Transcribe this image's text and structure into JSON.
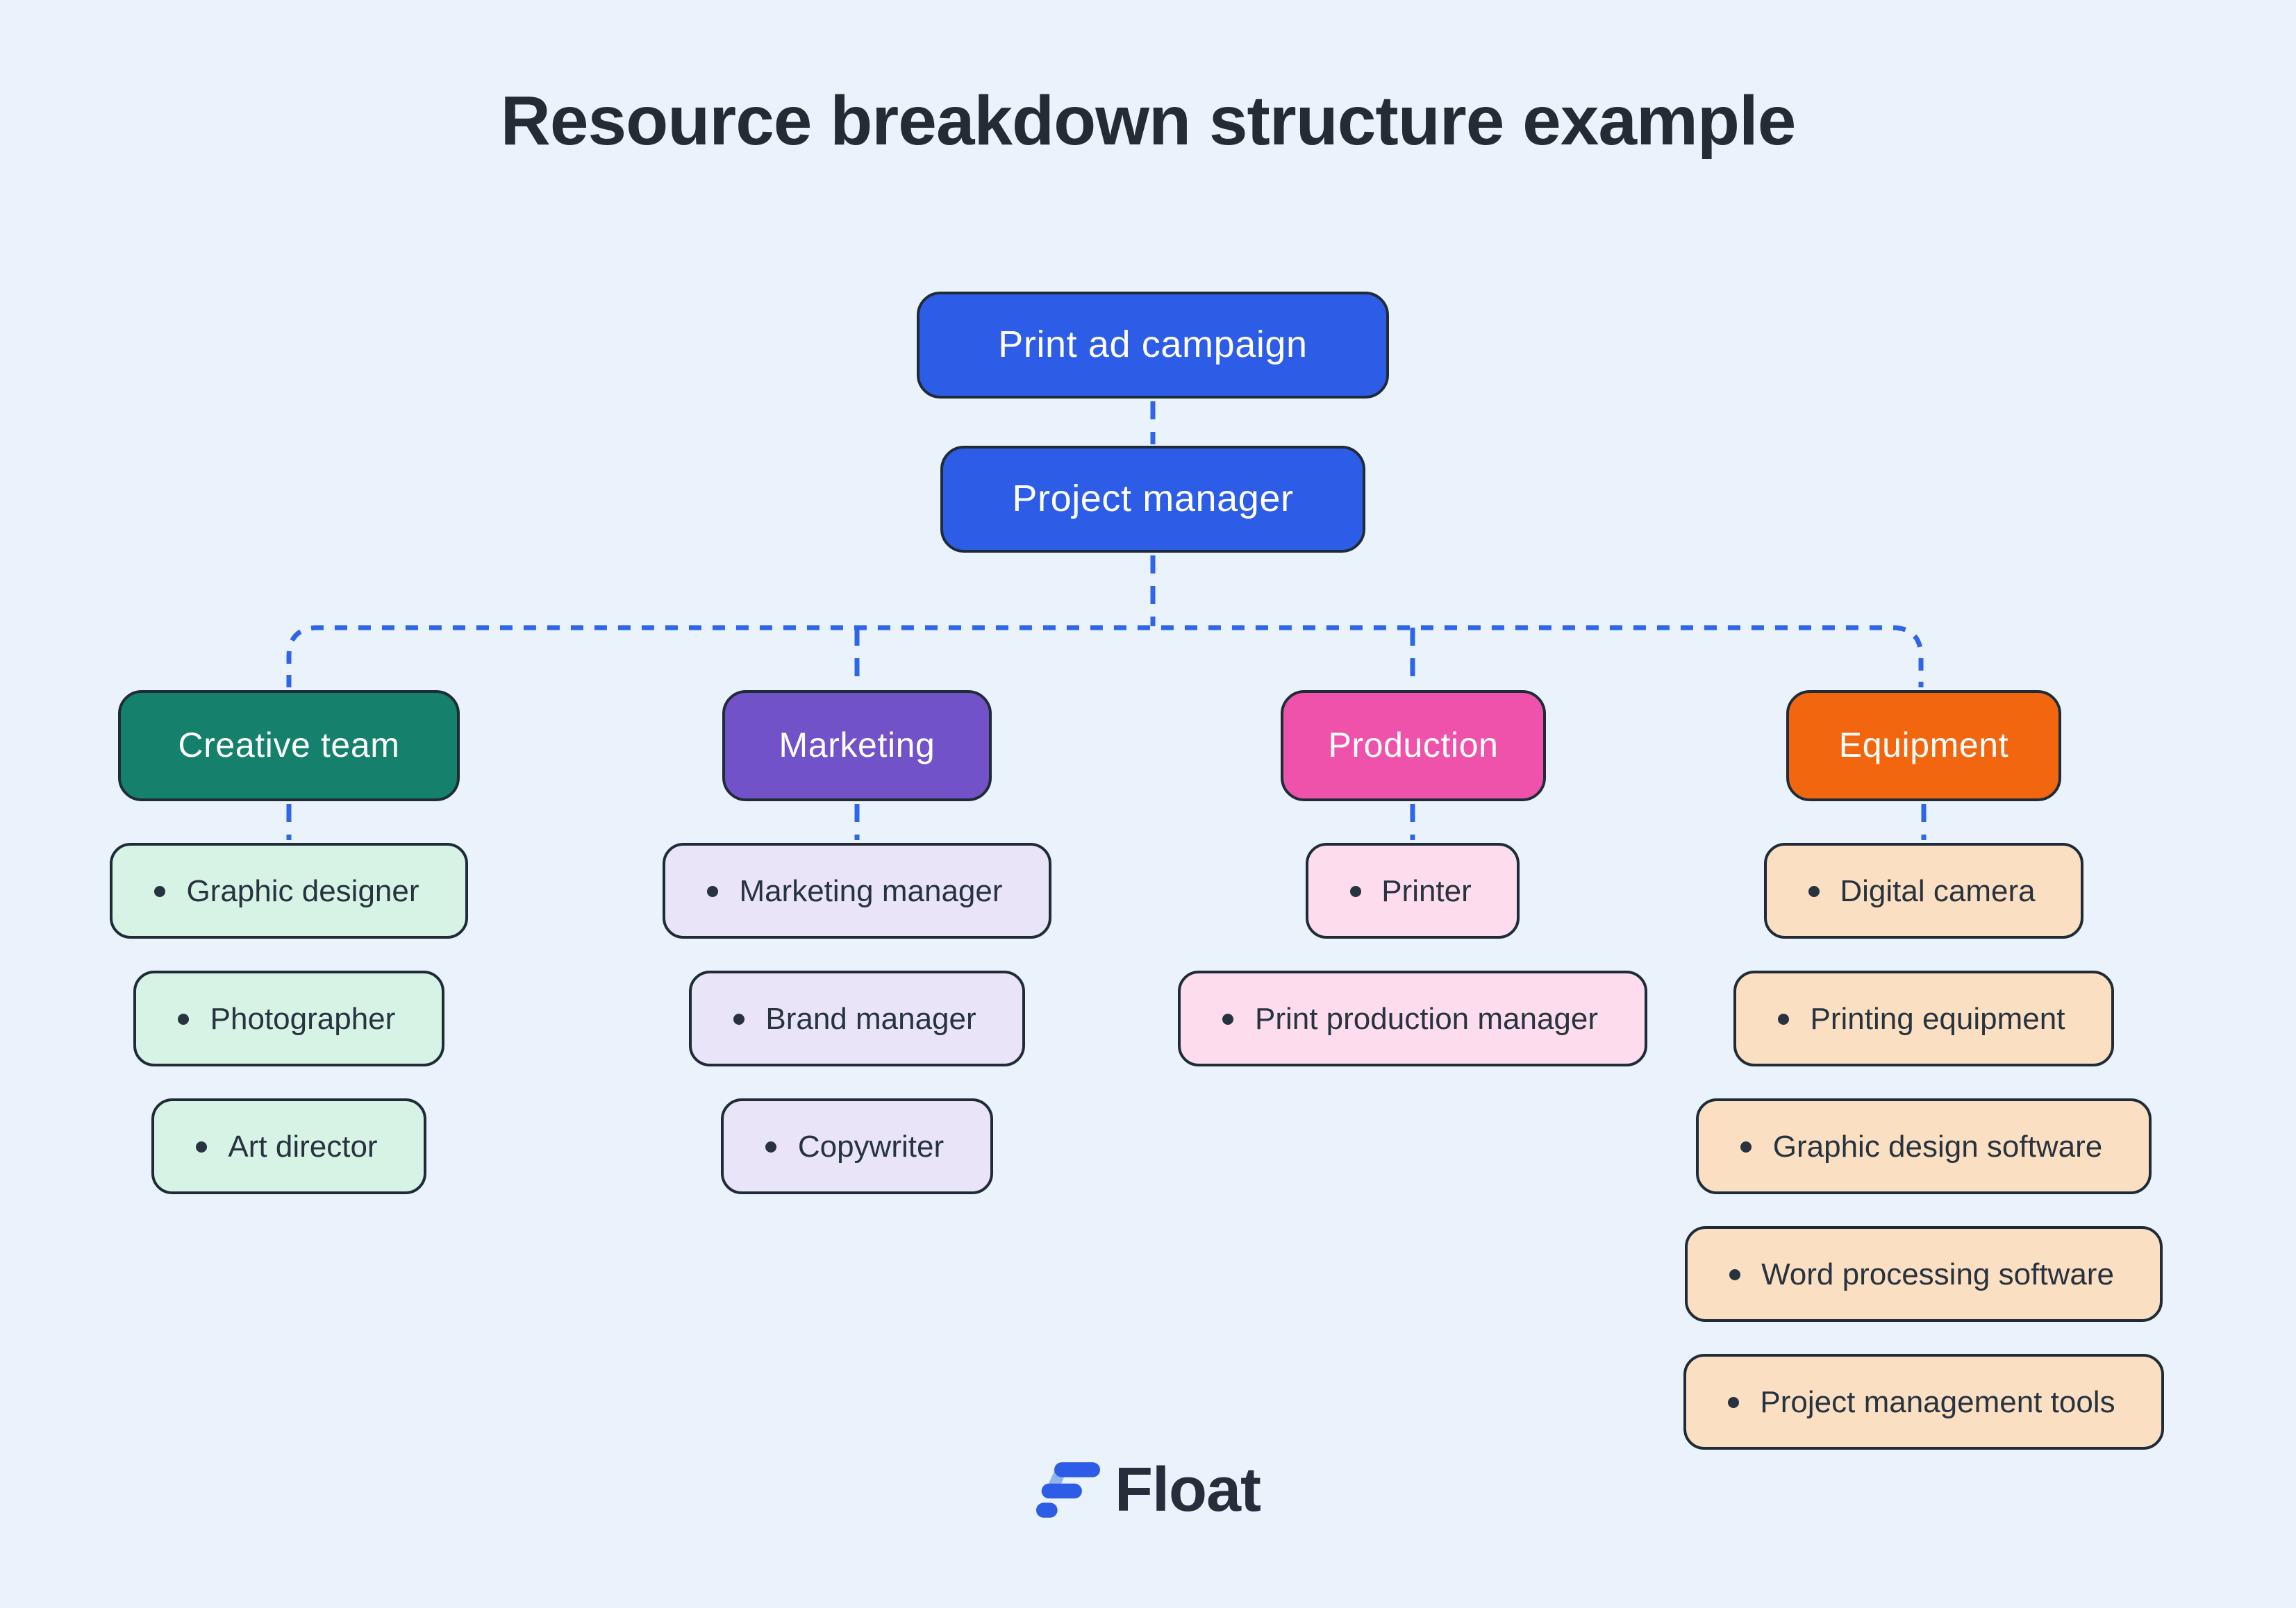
{
  "title": "Resource breakdown structure example",
  "root": {
    "label": "Print ad campaign"
  },
  "manager": {
    "label": "Project manager"
  },
  "branches": [
    {
      "label": "Creative team",
      "color": "#15806C",
      "leaf_color": "#D7F3E5",
      "items": [
        "Graphic designer",
        "Photographer",
        "Art director"
      ]
    },
    {
      "label": "Marketing",
      "color": "#7152C9",
      "leaf_color": "#EAE4F8",
      "items": [
        "Marketing manager",
        "Brand manager",
        "Copywriter"
      ]
    },
    {
      "label": "Production",
      "color": "#EF52AB",
      "leaf_color": "#FCDCED",
      "items": [
        "Printer",
        "Print production manager"
      ]
    },
    {
      "label": "Equipment",
      "color": "#F1660E",
      "leaf_color": "#FBDFC2",
      "items": [
        "Digital camera",
        "Printing equipment",
        "Graphic design software",
        "Word processing software",
        "Project management tools"
      ]
    }
  ],
  "palette": {
    "background": "#EAF2FB",
    "primary_blue": "#2D5CE6",
    "connector_blue": "#2F66E8",
    "border_dark": "#1F2C38",
    "title_text": "#232C35",
    "leaf_text": "#27333F",
    "logo_text": "#252E3A",
    "logo_light_blue": "#8FB5EC"
  },
  "logo": {
    "text": "Float"
  }
}
